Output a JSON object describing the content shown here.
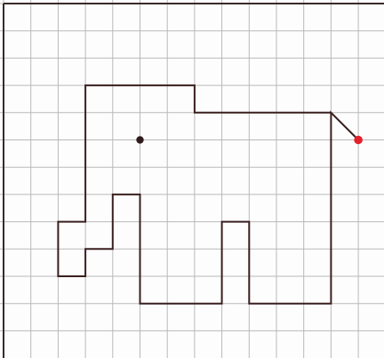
{
  "colors": {
    "background": "#fdfdfd",
    "grid_line": "#b9b9b9",
    "border": "#3a2a2a",
    "path": "#3a1f1f",
    "eye": "#2f1b1b",
    "cursor_dot": "#e4202a"
  },
  "grid": {
    "columns": 14,
    "rows": 13
  },
  "drawing": {
    "description_icon": "elephant-outline",
    "path_points": [
      [
        12,
        4
      ],
      [
        7,
        4
      ],
      [
        7,
        3
      ],
      [
        3,
        3
      ],
      [
        3,
        8
      ],
      [
        2,
        8
      ],
      [
        2,
        10
      ],
      [
        3,
        10
      ],
      [
        3,
        9
      ],
      [
        4,
        9
      ],
      [
        4,
        7
      ],
      [
        5,
        7
      ],
      [
        5,
        11
      ],
      [
        8,
        11
      ],
      [
        8,
        8
      ],
      [
        9,
        8
      ],
      [
        9,
        11
      ],
      [
        12,
        11
      ],
      [
        12,
        4
      ],
      [
        13,
        5
      ]
    ],
    "eye_point": [
      5,
      5
    ],
    "cursor_point": [
      13,
      5
    ]
  }
}
